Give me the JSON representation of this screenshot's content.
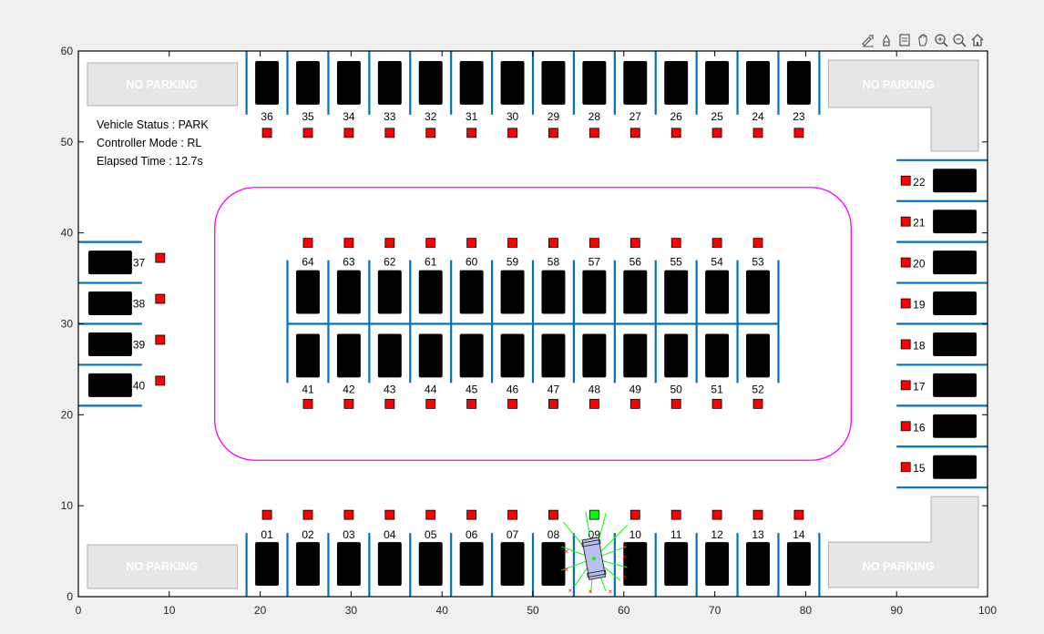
{
  "toolbar": {
    "icons": [
      "export-icon",
      "brush-icon",
      "datatip-icon",
      "pan-icon",
      "zoom-in-icon",
      "zoom-out-icon",
      "home-icon"
    ]
  },
  "status": {
    "vehicle_status": "Vehicle Status : PARK",
    "controller_mode": "Controller Mode : RL",
    "elapsed_time": "Elapsed Time : 12.7s"
  },
  "no_parking_label": "NO PARKING",
  "colors": {
    "line": "#0072bd",
    "loop": "#ff00ff",
    "marker_red": "#ff0000",
    "marker_green": "#00ff00",
    "vehicle": "#b9bff0",
    "sensor": "#00ff00",
    "no_parking_fill": "#e6e6e6"
  },
  "chart_data": {
    "type": "scatter",
    "title": "",
    "xlabel": "",
    "ylabel": "",
    "xlim": [
      0,
      100
    ],
    "ylim": [
      0,
      60
    ],
    "grid": false,
    "xticks": [
      "0",
      "10",
      "20",
      "30",
      "40",
      "50",
      "60",
      "70",
      "80",
      "90",
      "100"
    ],
    "yticks": [
      "0",
      "10",
      "20",
      "30",
      "40",
      "50",
      "60"
    ],
    "spots": {
      "bottom_row": {
        "labels": [
          "01",
          "02",
          "03",
          "04",
          "05",
          "06",
          "07",
          "08",
          "09",
          "10",
          "11",
          "12",
          "13",
          "14"
        ]
      },
      "top_row": {
        "labels": [
          "36",
          "35",
          "34",
          "33",
          "32",
          "31",
          "30",
          "29",
          "28",
          "27",
          "26",
          "25",
          "24",
          "23"
        ]
      },
      "center_top_row": {
        "labels": [
          "64",
          "63",
          "62",
          "61",
          "60",
          "59",
          "58",
          "57",
          "56",
          "55",
          "54",
          "53"
        ]
      },
      "center_bottom_row": {
        "labels": [
          "41",
          "42",
          "43",
          "44",
          "45",
          "46",
          "47",
          "48",
          "49",
          "50",
          "51",
          "52"
        ]
      },
      "left_column": {
        "labels": [
          "37",
          "38",
          "39",
          "40"
        ]
      },
      "right_column": {
        "labels": [
          "22",
          "21",
          "20",
          "19",
          "18",
          "17",
          "16",
          "15"
        ]
      }
    },
    "occupied_spots": [
      "01",
      "02",
      "03",
      "04",
      "05",
      "06",
      "07",
      "08",
      "10",
      "11",
      "12",
      "13",
      "14",
      "23",
      "24",
      "25",
      "26",
      "27",
      "28",
      "29",
      "30",
      "31",
      "32",
      "33",
      "34",
      "35",
      "36",
      "37",
      "38",
      "39",
      "40",
      "15",
      "16",
      "17",
      "18",
      "19",
      "20",
      "21",
      "22",
      "41",
      "42",
      "43",
      "44",
      "45",
      "46",
      "47",
      "48",
      "49",
      "50",
      "51",
      "52",
      "53",
      "54",
      "55",
      "56",
      "57",
      "58",
      "59",
      "60",
      "61",
      "62",
      "63",
      "64"
    ],
    "free_spot": "09",
    "vehicle": {
      "x": 56.7,
      "y": 4.2,
      "heading_deg": 100
    }
  }
}
